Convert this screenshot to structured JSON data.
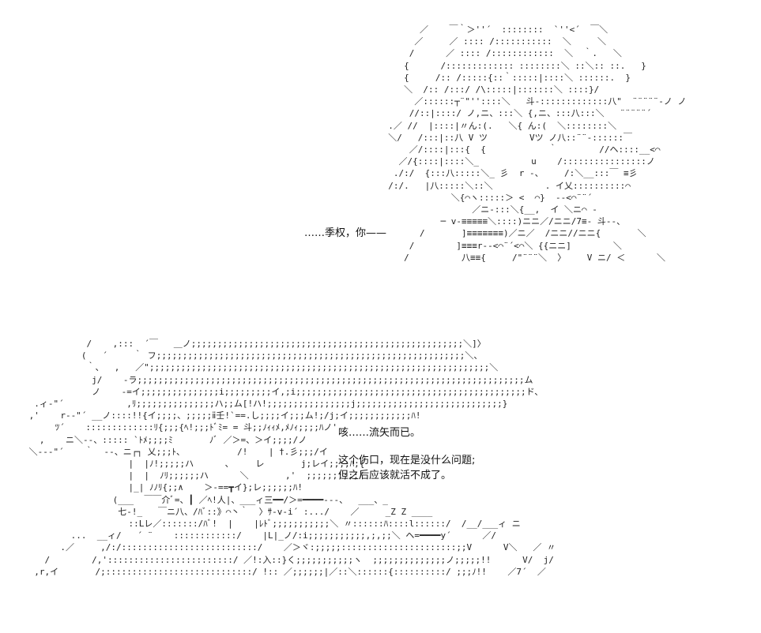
{
  "scene": {
    "top_character_art": [
      "        ／    ￣｀＞''´  ::::::::  `''<´  ￣＼",
      "       ／     ／ :::: /:::::::::::  ＼     ＼",
      "      /      ／ :::: /::::::::::::  ＼  ｀.   ＼",
      "     {      /::::::::::::: ::::::::＼ ::＼:: ::.   }",
      "     {     /:: /:::::{::｀:::::|::::＼ ::::::.  }",
      "     ＼  /:: /:::/ /\\:::::|:::::::＼ ::::}/",
      "       ／::::::┬¨\"''::::＼   斗‐:::::::::::::八\"  ¨¨¨¨¨‐ノ ノ",
      "      //::|::::/ ノ,ニ、:::＼ {,ニ、:::八:::＼   ¨¨¨¨¨´",
      "  .／ //  |::::|〃ん:(.   ＼{ ん:(  ＼::::::::＼",
      "  ＼/   /:::|::八 V ツ        Vツ ノ八::¨¨‐::::::￣",
      "      ／/::::|:::{  {            ｀        //ヘ::::__<⌒",
      "    ／/{::::|::::＼_          u    /::::::::::::::::ノ",
      "   ./:/  {:::八:::::＼_ 彡  r -、    /:＼__:::￣ ≡彡",
      "  /:/.   |八:::::＼::＼          . イ乂::::::::::⌒",
      "              ＼{⌒ヽ:::::＞ <  ⌒}  ‐‐<⌒¨¨´",
      "                  ／ニ‐:::＼{__,  イ ＼ニ⌒ ‐",
      "            ─ v‐≡≡≡≡≡＼::::)ニニ／/ニニ/7≡‐ 斗‐‐、",
      "        /       ]≡≡≡≡≡≡≡)／ニ／  /ニニ//ニニ{       ＼",
      "      /        ]≡≡≡r‐‐<⌒¨´<⌒＼ {{ニニ]        ＼",
      "     /          八≡≡{     /\"¨¨¨＼  〉    V ニ/ ＜      ＼"
    ],
    "bottom_character_art": [
      "            /    ,:::  ´￣   ＿ノ;;;;;;;;;;;;;;;;;;;;;;;;;;;;;;;;;;;;;;;;;;;;;;;;;;;;＼]〉",
      "           (   ´     ｀ フ;;;;;;;;;;;;;;;;;;;;;;;;;;;;;;;;;;;;;;;;;;;;;;;;;;;;;;;;;;;＼、",
      "            ｀、  ,   ／\";;;;;;;;;;;;;;;;;;;;;;;;;;;;;;;;;;;;;;;;;;;;;;;;;;;;;;;;;;;;;;;;;＼",
      "             j/    ‐ラ;;;;;;;;;;;;;;;;;;;;;;;;;;;;;;;;;;;;;;;;;;;;;;;;;;;;;;;;;;;;;;;;;;;;;;;;;;ム",
      "             ノ    ‐=イ;;;;;;;;;;;;;;;i;;;;;;;;;イ,;i;;;;;;;;;;;;;;;;;;;;;;;;;;;;;;;;;;;;;;;;;;;;ド、",
      "  .ィ‐\"´            ,ﾘ;;;;;;;;;;;;;;;ハ;;ム[!ハ!;;;;;;;;;;;;;;;;j;;;;;;;;;;;;;;;;;;;;;;;;;;;;}",
      " ,'    r‐‐\"´ __ノ::::!!{イ;;;;、;;;;;ⅱ壬!`==.し;;;;イ;;;ム!;/j;イ;;;;;;;;;;;;ﾊ!",
      "      ﾂ´    :::::::::::::ﾘ{;;;{ﾍ!;;;ﾄﾞﾐ= = 斗;;ﾉｨｨﾒ,ﾒﾉｨ;;;;ﾊノ'",
      "   ,    ニ＼‐‐、::::: `ﾄﾒ;;;;ﾐ       ﾉﾞ ／＞=、＞イ;;;;/ノ",
      " ＼‐‐‐\"´    ｀  ‐‐、ニ┌┐ 乂;;;ﾄ、          /!    | †.彡;;;/イ",
      "                    |  |ﾉ!;;;;;ハ      ､     レ       j;レイ;;;;ﾊ;{",
      "                    |  |  ﾉﾘ;;;;;;ハ      ＼       ,'  ;;;;;;;;;;/",
      "                    |_| ﾉﾉﾘ{;;∧    ＞‐==┳イ};レ;;;;;;ﾊ!",
      "                 (___  ￣￣介ﾞ=、┃ ／ﾍ!人|、___ィ三━━/＞=━━━━‐‐‐、  ___、_",
      "                  七‐!_   ￣ニ八、/ﾊﾞ::》⌒丶｀  〉ｻ‐v‐i´ :.../    ／     _Z Z ____",
      "                    ::Lレ／:::::::/ﾊﾞ!  |    |ﾚﾄﾞ;;;;;;;;;;;＼ 〃::::::ﾊ::::l::::::/  /__/___ィ ニ",
      "         ...  __ィ/   ´ ¨    ::::::::::::/    |L|_ノ/:i;;;;;;;;;;;,;,;;＼ ヘ=━━━━y´      ／/",
      "       .／     ,/:/::::::::::::::::::::::::::/    ／＞ヾ:;;;;;::::::::::::::::::::::;;V      V＼   ／ 〃",
      "    /        /,'::::::::::::::::::::::::/ ／!:入::}く;;;;;;;;;;;ヽ  ;;;;;;;;;;;;;;ノ;;;;;!!      V/  j/",
      "  ,r,イ       /;::::::::::::::::::::::::::::/ !:: ／;;;;;;|／::＼::::::{::::::::::/ ;;;ﾉ!!    ／7´  ／"
    ],
    "dialogue": {
      "line_a": "……季权，你——",
      "line_b": "咳……流矢而已。",
      "line_c": "这个伤口，现在是没什么问题;",
      "line_d": "但之后应该就活不成了。"
    }
  }
}
